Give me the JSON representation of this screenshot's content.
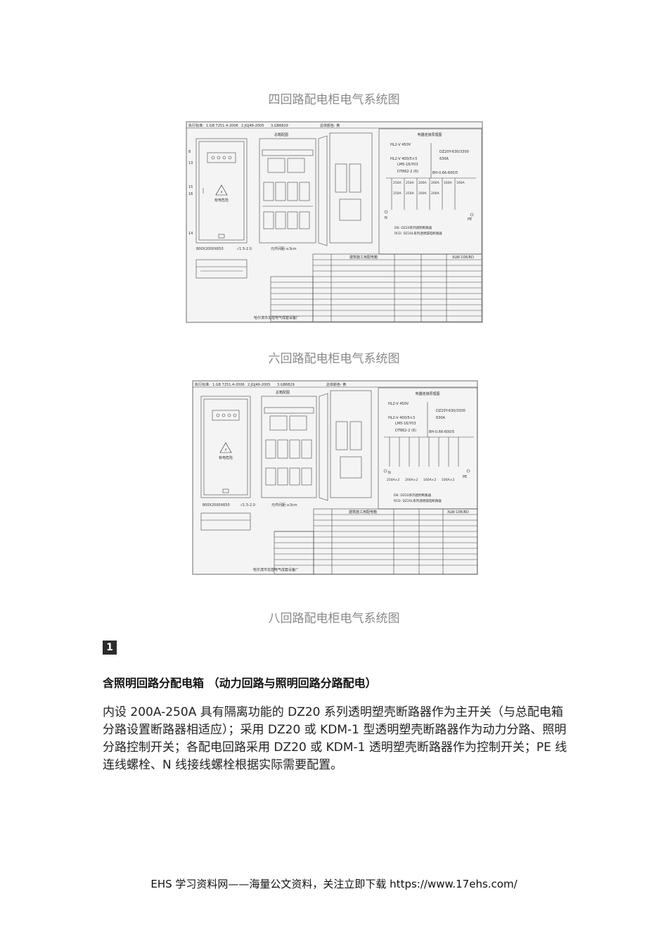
{
  "captions": {
    "four": "四回路配电柜电气系统图",
    "six": "六回路配电柜电气系统图",
    "eight": "八回路配电柜电气系统图"
  },
  "diagram1": {
    "header": [
      "执行标准:",
      "1.GB 7251.4-2006",
      "2.JGJ46-2005",
      "3.GB6829",
      "总体颜色: 黄"
    ],
    "panel_title": "总箱配图",
    "circuit_title": "电器连接原理图",
    "warning": "有电危险",
    "dims": [
      "800X2000X650",
      "√1.5-2.0",
      "元件间距:≥3cm"
    ],
    "breaker_labels": [
      "HL2-V 450V",
      "HL2-V 400/5×3",
      "LM5-16/Y03",
      "DT862-2 (6)",
      "DZ20Y-630/3300",
      "630A",
      "BH-0.66-600/5"
    ],
    "branch_ratings": [
      "250A",
      "250A",
      "200A",
      "200A",
      "160A",
      "160A",
      "250A",
      "250A",
      "200A",
      "200A"
    ],
    "notes": [
      "DK: DZ20系列透明断路器",
      "RCD: DZ20L系列透明漏电断路器"
    ],
    "pe": "PE",
    "n": "N",
    "table_title": "建筑施工用配电箱",
    "model": "XLW-106/RD",
    "company": "哈尔滨市龙煌电气成套设备厂"
  },
  "diagram2": {
    "header": [
      "执行标准:",
      "1.GB 7251.4-2006",
      "2.JGJ46-2005",
      "3.GB6829",
      "总体颜色: 黄"
    ],
    "panel_title": "总箱配图",
    "circuit_title": "电器连接原理图",
    "warning": "有电危险",
    "dims": [
      "800X2000X650",
      "√1.5-2.0",
      "元件间距:≥3cm"
    ],
    "breaker_labels": [
      "HL2-V 450V",
      "HL2-V 400/5×3",
      "LM5-16/Y03",
      "DT862-2 (6)",
      "DZ20Y-630/3300",
      "630A",
      "BH-0.66-600/5"
    ],
    "branch_ratings": [
      "250A×2",
      "200A×2",
      "160A×2",
      "100A×2"
    ],
    "notes": [
      "DK: DZ20系列透明断路器",
      "RCD: DZ20L系列透明漏电断路器"
    ],
    "pe": "PE",
    "n": "N",
    "table_title": "建筑施工用配电箱",
    "model": "XLW-106/RD",
    "company": "哈尔滨市龙煌电气成套设备厂"
  },
  "section": {
    "badge": "1",
    "heading": "含照明回路分配电箱 （动力回路与照明回路分路配电）",
    "paragraph": "内设 200A-250A 具有隔离功能的 DZ20 系列透明塑壳断路器作为主开关（与总配电箱分路设置断路器相适应）；采用 DZ20 或 KDM-1 型透明塑壳断路器作为动力分路、照明分路控制开关；各配电回路采用 DZ20 或 KDM-1 透明塑壳断路器作为控制开关；PE 线连线螺栓、N 线接线螺栓根据实际需要配置。"
  },
  "footer": "EHS 学习资料网——海量公文资料，关注立即下载 https://www.17ehs.com/"
}
